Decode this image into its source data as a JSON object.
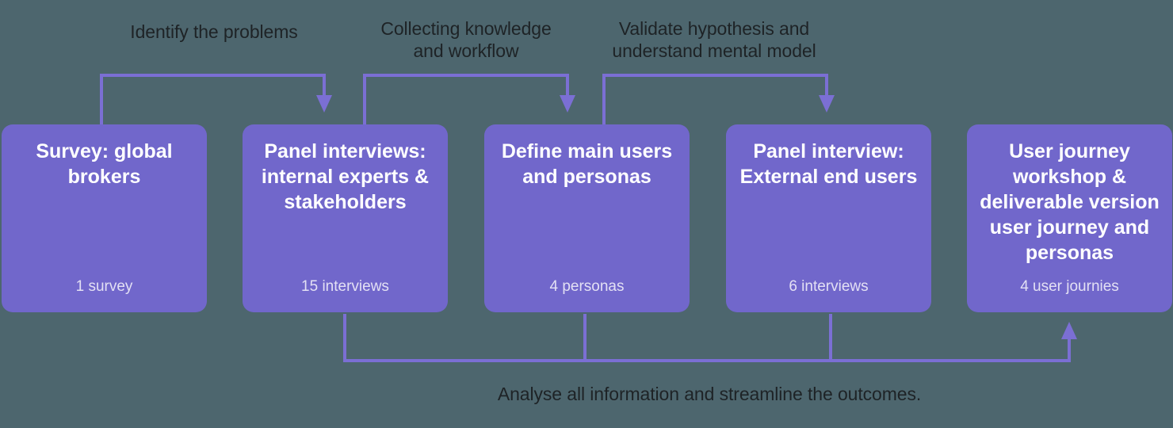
{
  "colors": {
    "background": "#4d666e",
    "card_fill": "#7167cb",
    "connector": "#7b6fd4",
    "card_title_text": "#ffffff",
    "card_metric_text": "#e3e0f4",
    "label_text": "#1e2326"
  },
  "phase_labels": [
    {
      "text": "Identify the problems"
    },
    {
      "text": "Collecting knowledge\nand workflow"
    },
    {
      "text": "Validate hypothesis and\nunderstand mental model"
    }
  ],
  "cards": [
    {
      "title": "Survey: global brokers",
      "metric": "1 survey"
    },
    {
      "title": "Panel interviews: internal experts & stakeholders",
      "metric": "15 interviews"
    },
    {
      "title": "Define main users and personas",
      "metric": "4 personas"
    },
    {
      "title": "Panel interview: External end users",
      "metric": "6 interviews"
    },
    {
      "title": "User journey workshop & deliverable version user journey and personas",
      "metric": "4 user journies"
    }
  ],
  "bottom_caption": "Analyse all information and streamline the outcomes.",
  "connectors": {
    "top": [
      {
        "from_card": 0,
        "to_card": 1,
        "label": "Identify the problems"
      },
      {
        "from_card": 1,
        "to_card": 2,
        "label": "Collecting knowledge and workflow"
      },
      {
        "from_card": 2,
        "to_card": 3,
        "label": "Validate hypothesis and understand mental model"
      }
    ],
    "bottom": {
      "sources": [
        1,
        2,
        3
      ],
      "target_card": 4,
      "label": "Analyse all information and streamline the outcomes."
    }
  }
}
